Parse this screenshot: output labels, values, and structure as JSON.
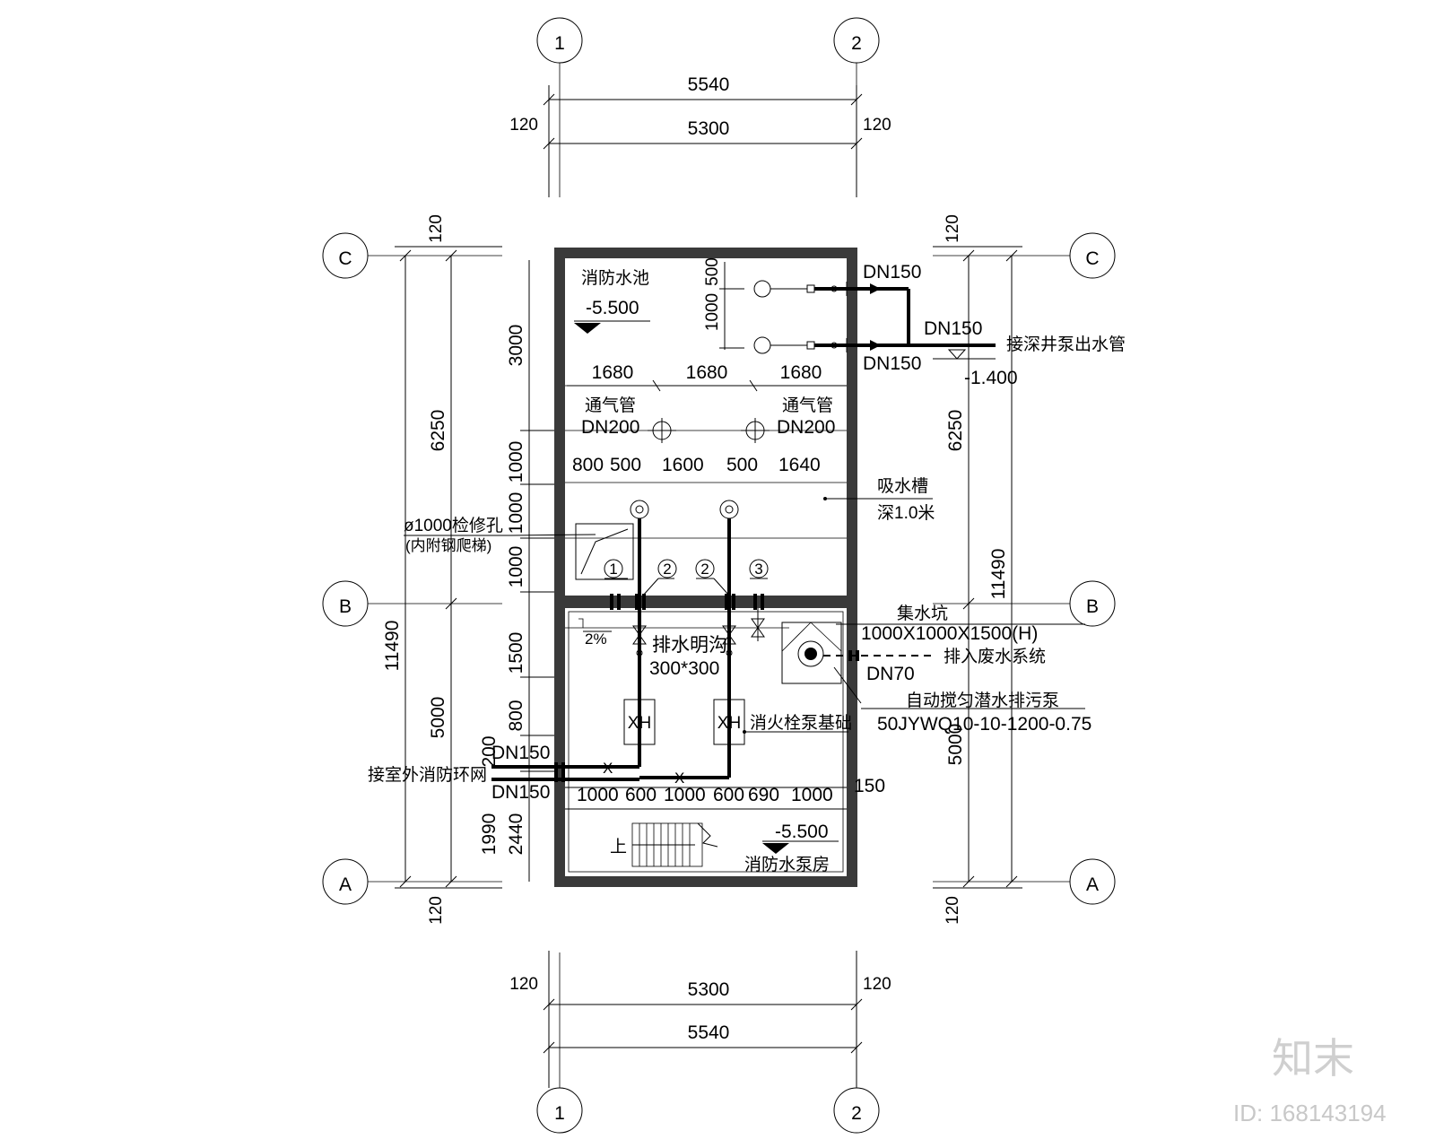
{
  "axes": {
    "cols": [
      "1",
      "2"
    ],
    "rows": [
      "C",
      "B",
      "A"
    ]
  },
  "dims": {
    "top_total": "5540",
    "top_inner": "5300",
    "wall": "120",
    "bottom_inner": "5300",
    "bottom_total": "5540",
    "left_total": "11490",
    "left_upper": "6250",
    "left_lower": "5000",
    "left_3000": "3000",
    "left_1000a": "1000",
    "left_1000b": "1000",
    "left_1000c": "1000",
    "left_1500": "1500",
    "left_800": "800",
    "left_200": "200",
    "left_1990": "1990",
    "left_2440": "2440",
    "right_total": "11490",
    "right_upper": "6250",
    "right_lower": "5000",
    "outlet_1000": "1000",
    "outlet_500": "500",
    "row_1680": [
      "1680",
      "1680",
      "1680"
    ],
    "row_vent": [
      "800",
      "500",
      "1600",
      "500",
      "1640"
    ],
    "row_pump": [
      "1000",
      "600",
      "1000",
      "600",
      "690",
      "1000"
    ],
    "dim_150": "150"
  },
  "labels": {
    "tank_title": "消防水池",
    "tank_level": "-5.500",
    "vent_left": "通气管",
    "vent_left_dn": "DN200",
    "vent_right": "通气管",
    "vent_right_dn": "DN200",
    "suction": "吸水槽",
    "suction_depth": "深1.0米",
    "manhole": "ø1000检修孔",
    "manhole_note": "(内附钢爬梯)",
    "dn150_top": "DN150",
    "dn150_mid": "DN150",
    "dn150_bot": "DN150",
    "deep_well": "接深井泵出水管",
    "level_1400": "-1.400",
    "sump": "集水坑",
    "sump_size": "1000X1000X1500(H)",
    "drain_sys": "排入废水系统",
    "dn70": "DN70",
    "pump_sub": "自动搅匀潜水排污泵",
    "pump_model": "50JYWQ10-10-1200-0.75",
    "trench": "排水明沟",
    "trench_size": "300*300",
    "xh1": "XH",
    "xh2": "XH",
    "pump_base": "消火栓泵基础",
    "outdoor_ring": "接室外消防环网",
    "in_dn150_a": "DN150",
    "in_dn150_b": "DN150",
    "slope": "2%",
    "stair_up": "上",
    "room_level": "-5.500",
    "room_title": "消防水泵房",
    "tag1": "1",
    "tag2a": "2",
    "tag2b": "2",
    "tag3": "3"
  },
  "watermark": {
    "brand": "知末",
    "id": "ID: 168143194"
  }
}
